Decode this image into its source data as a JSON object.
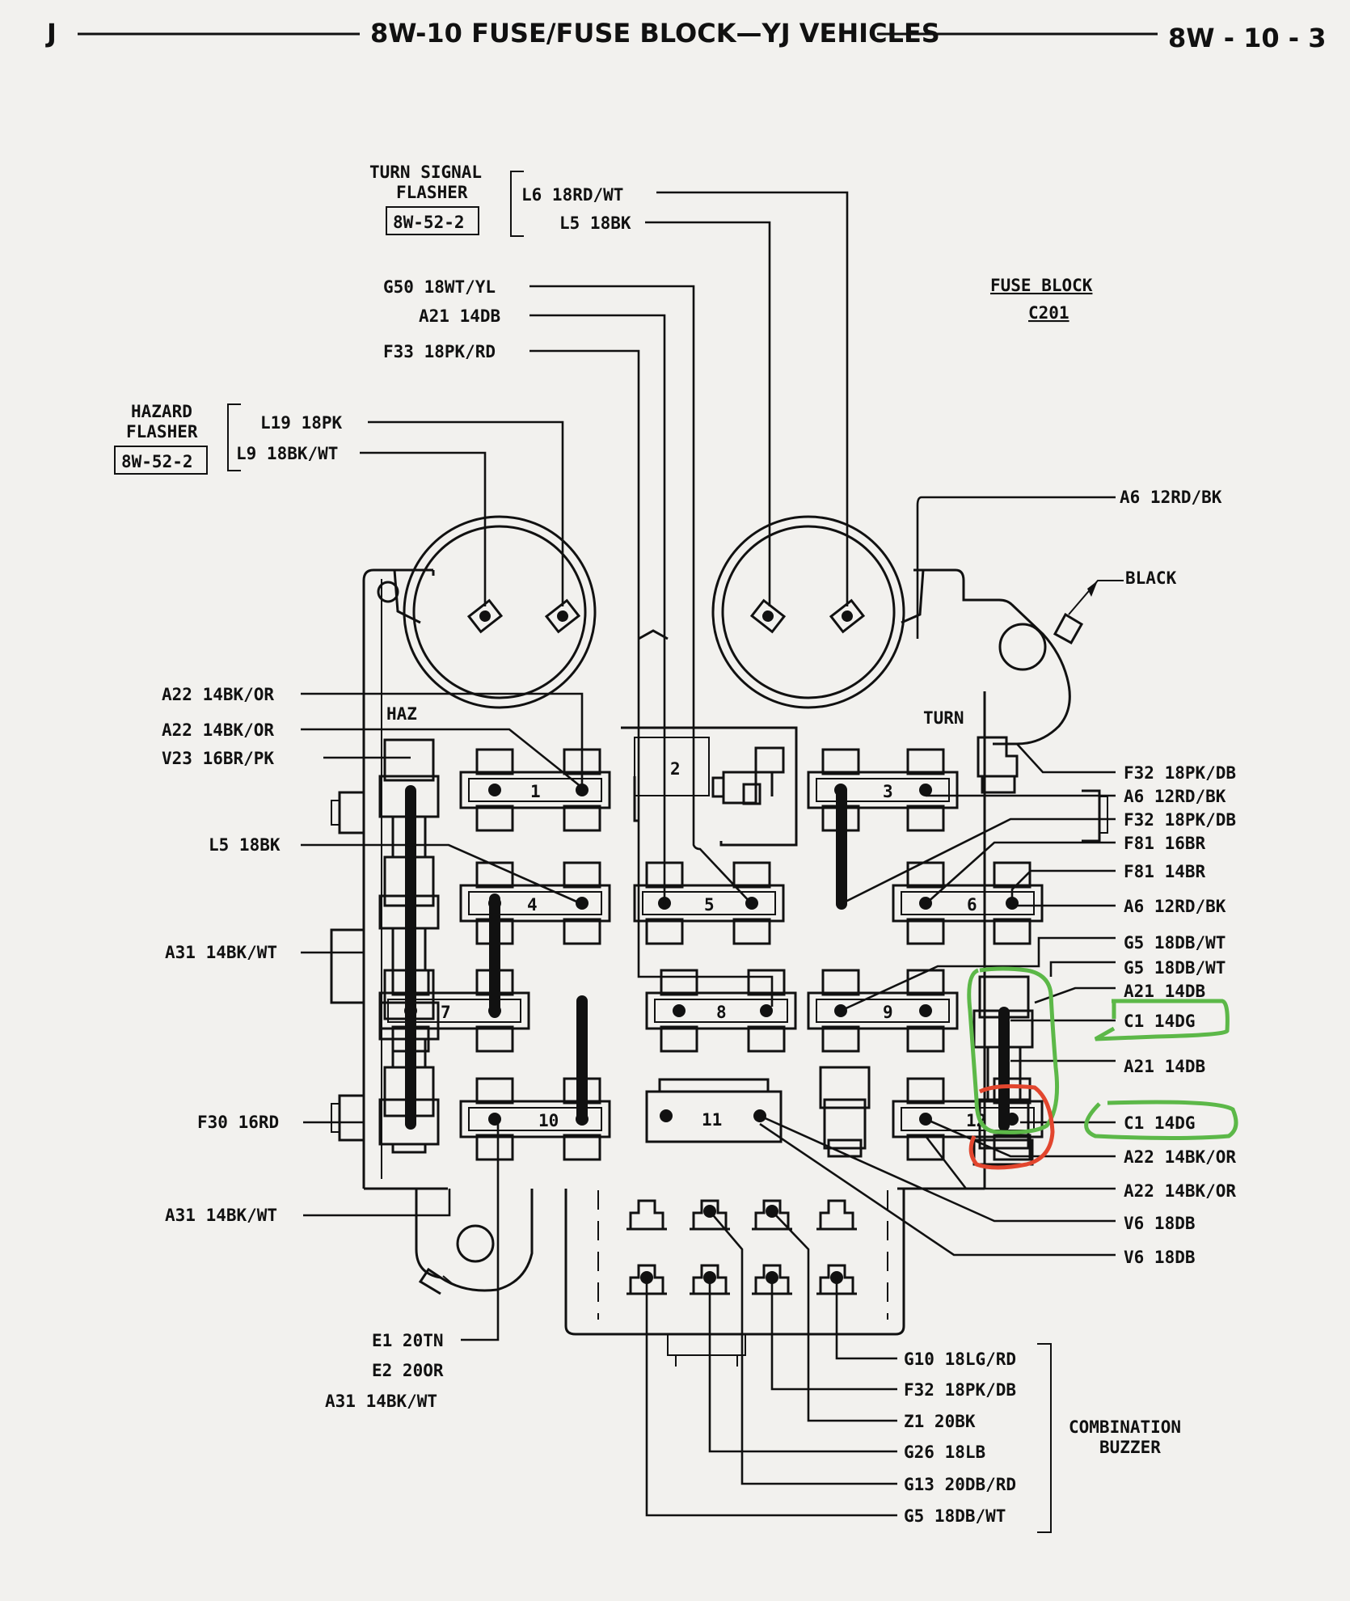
{
  "header": {
    "left": "J",
    "title": "8W-10 FUSE/FUSE BLOCK—YJ VEHICLES",
    "page": "8W - 10 - 3"
  },
  "fuse_block_label": {
    "line1": "FUSE BLOCK",
    "line2": "C201"
  },
  "black_label": "BLACK",
  "haz_label": "HAZ",
  "turn_label": "TURN",
  "turn_signal_flasher": {
    "line1": "TURN SIGNAL",
    "line2": "FLASHER",
    "ref": "8W-52-2",
    "wires": [
      "L6 18RD/WT",
      "L5 18BK"
    ]
  },
  "hazard_flasher": {
    "line1": "HAZARD",
    "line2": "FLASHER",
    "ref": "8W-52-2",
    "wires": [
      "L19 18PK",
      "L9 18BK/WT"
    ]
  },
  "top_wires": [
    "G50 18WT/YL",
    "A21 14DB",
    "F33 18PK/RD"
  ],
  "a6_top": "A6 12RD/BK",
  "left_wires": [
    "A22 14BK/OR",
    "A22 14BK/OR",
    "V23 16BR/PK",
    "L5 18BK",
    "A31 14BK/WT",
    "F30 16RD",
    "A31 14BK/WT"
  ],
  "right_wires": [
    "F32 18PK/DB",
    "A6 12RD/BK",
    "F32 18PK/DB",
    "F81 16BR",
    "F81 14BR",
    "A6 12RD/BK",
    "G5 18DB/WT",
    "G5 18DB/WT",
    "A21 14DB",
    "C1 14DG",
    "A21 14DB",
    "C1 14DG",
    "A22 14BK/OR",
    "A22 14BK/OR",
    "V6 18DB",
    "V6 18DB"
  ],
  "bottom_left_wires": [
    "E1 20TN",
    "E2 20OR",
    "A31 14BK/WT"
  ],
  "buzzer_wires": [
    "G10 18LG/RD",
    "F32 18PK/DB",
    "Z1 20BK",
    "G26 18LB",
    "G13 20DB/RD",
    "G5 18DB/WT"
  ],
  "combination_buzzer": {
    "line1": "COMBINATION",
    "line2": "BUZZER"
  },
  "fuse_numbers": [
    "1",
    "2",
    "3",
    "4",
    "5",
    "6",
    "7",
    "8",
    "9",
    "10",
    "11",
    "12"
  ],
  "annotation_colors": {
    "green": "#5cb848",
    "red": "#e2462e"
  }
}
